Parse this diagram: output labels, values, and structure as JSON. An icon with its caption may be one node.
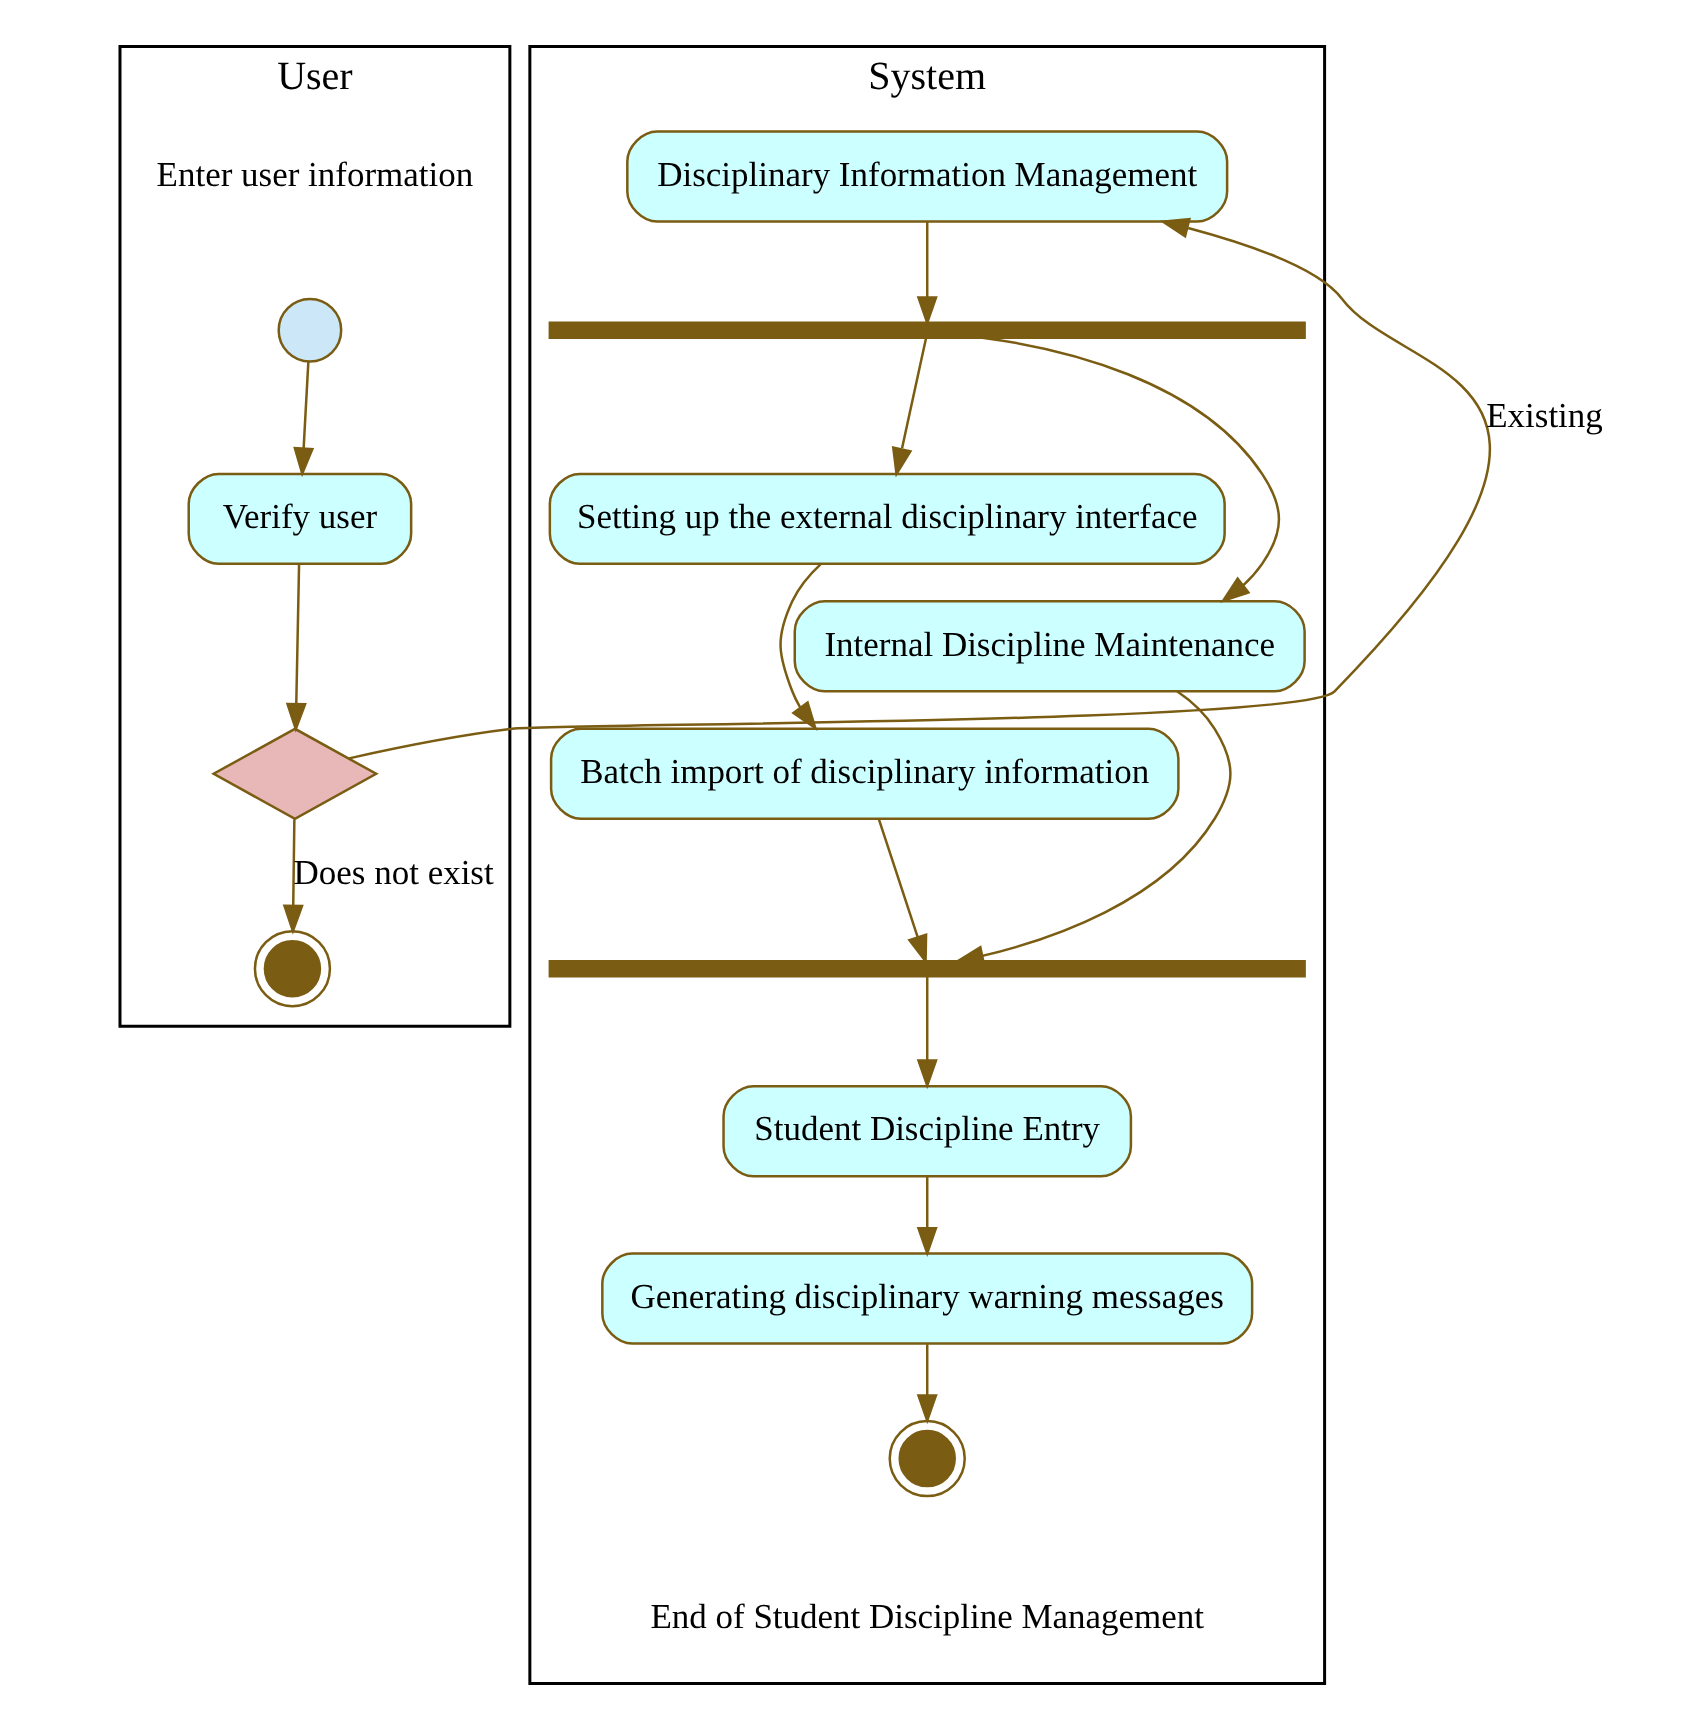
{
  "diagram": {
    "nodes": [
      {
        "text": [
          "User"
        ]
      },
      {
        "text": [
          "System"
        ]
      },
      {
        "text": [],
        "shape": "circle",
        "in": 0
      },
      {
        "text": [
          "Verify user"
        ],
        "in": 0
      },
      {
        "text": [],
        "shape": "diamond",
        "in": 0
      },
      {
        "text": [],
        "shape": "circle",
        "in": 0
      },
      {
        "text": [
          "Disciplinary Information Management"
        ],
        "in": 1
      },
      {
        "text": [],
        "shape": "bar",
        "in": 1
      },
      {
        "text": [
          "Setting up the external disciplinary interface"
        ],
        "in": 1
      },
      {
        "text": [
          "Internal Discipline Maintenance"
        ],
        "in": 1
      },
      {
        "text": [
          "Batch import of disciplinary information"
        ],
        "in": 1
      },
      {
        "text": [],
        "shape": "bar",
        "in": 1
      },
      {
        "text": [
          "Student Discipline Entry"
        ],
        "in": 1
      },
      {
        "text": [
          "Generating disciplinary warning messages"
        ],
        "in": 1
      },
      {
        "text": [],
        "shape": "circle",
        "in": 1,
        "beside": [
          "End of Student Discipline Management"
        ]
      }
    ],
    "edges": [
      {
        "from": 2,
        "to": 3,
        "arrow": "to"
      },
      {
        "from": 3,
        "to": 4,
        "arrow": "to"
      },
      {
        "from": 4,
        "to": 6,
        "arrow": "to",
        "label": "Existing"
      },
      {
        "from": 4,
        "to": 5,
        "arrow": "to",
        "label": "Does not exist"
      },
      {
        "from": 6,
        "to": 7,
        "arrow": "to"
      },
      {
        "from": 7,
        "to": 8,
        "arrow": "to"
      },
      {
        "from": 7,
        "to": 9,
        "arrow": "to"
      },
      {
        "from": 8,
        "to": 10,
        "arrow": "to"
      },
      {
        "from": 10,
        "to": 11,
        "arrow": "to"
      },
      {
        "from": 9,
        "to": 11,
        "arrow": "to"
      },
      {
        "from": 11,
        "to": 12,
        "arrow": "to"
      },
      {
        "from": 12,
        "to": 13,
        "arrow": "to"
      },
      {
        "from": 13,
        "to": 14,
        "arrow": "to"
      }
    ],
    "labels": [
      "Enter user information"
    ]
  }
}
